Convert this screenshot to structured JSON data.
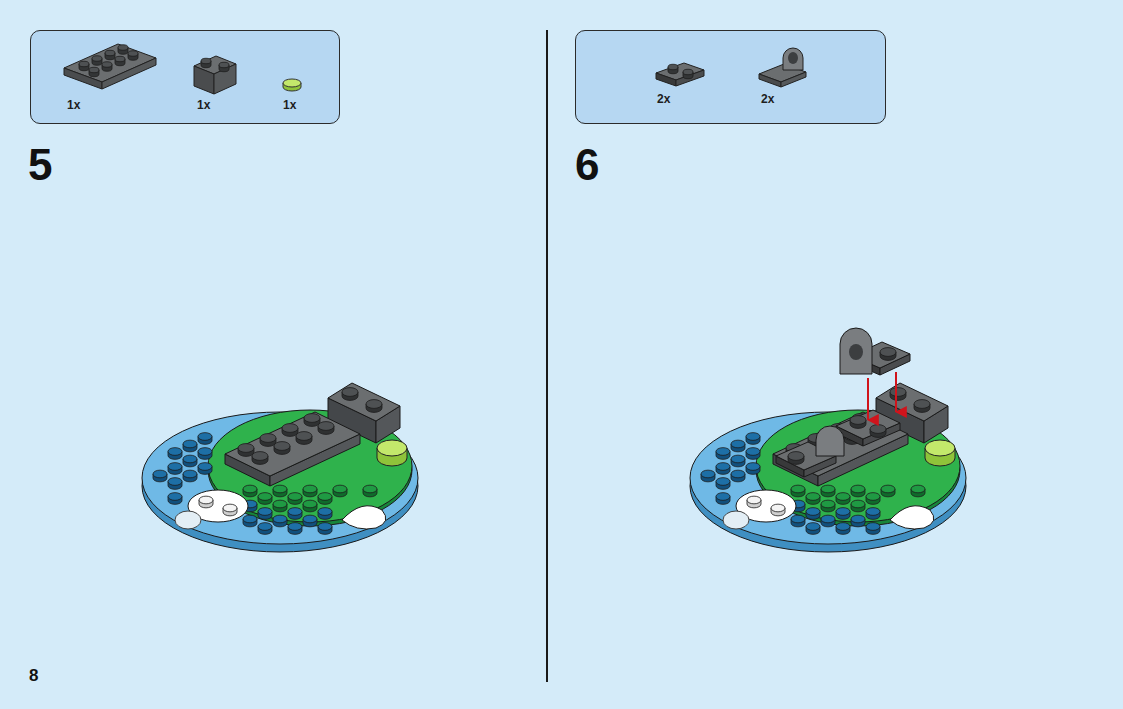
{
  "diagram": {
    "nodes": [
      {
        "text": [
          "1x",
          "1x",
          "1x"
        ]
      },
      {
        "text": [
          "2x",
          "2x"
        ]
      }
    ],
    "labels": [
      "5",
      "6",
      "8"
    ]
  }
}
